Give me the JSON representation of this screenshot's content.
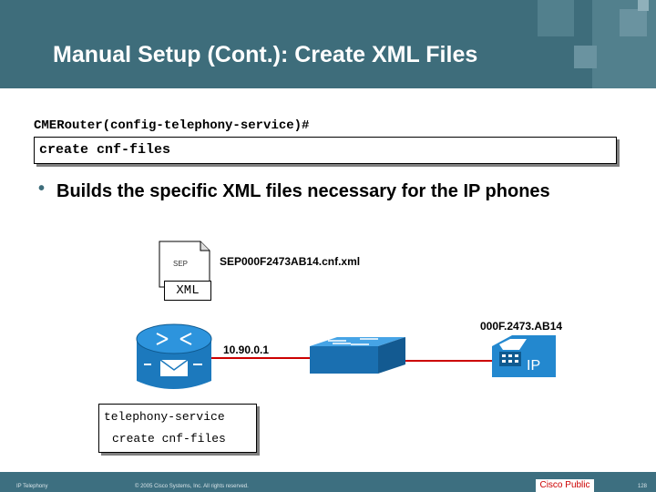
{
  "slide": {
    "title": "Manual Setup (Cont.): Create XML Files",
    "prompt": "CMERouter(config-telephony-service)#",
    "command": "create cnf-files",
    "bullet": "Builds the specific XML files necessary for the IP phones"
  },
  "diagram": {
    "file_icon_label": "SEP",
    "file_type_label": "XML",
    "filename": "SEP000F2473AB14.cnf.xml",
    "mac_address": "000F.2473.AB14",
    "router_ip": "10.90.0.1",
    "phone_badge": "IP",
    "config_line1": "telephony-service",
    "config_line2": "create cnf-files"
  },
  "footer": {
    "course": "IP Telephony",
    "copyright": "© 2005 Cisco Systems, Inc. All rights reserved.",
    "classification": "Cisco Public",
    "page": "128"
  },
  "colors": {
    "header_bg": "#3e6d7b",
    "router_blue": "#1f8dd6",
    "classification_red": "#cc0000"
  }
}
